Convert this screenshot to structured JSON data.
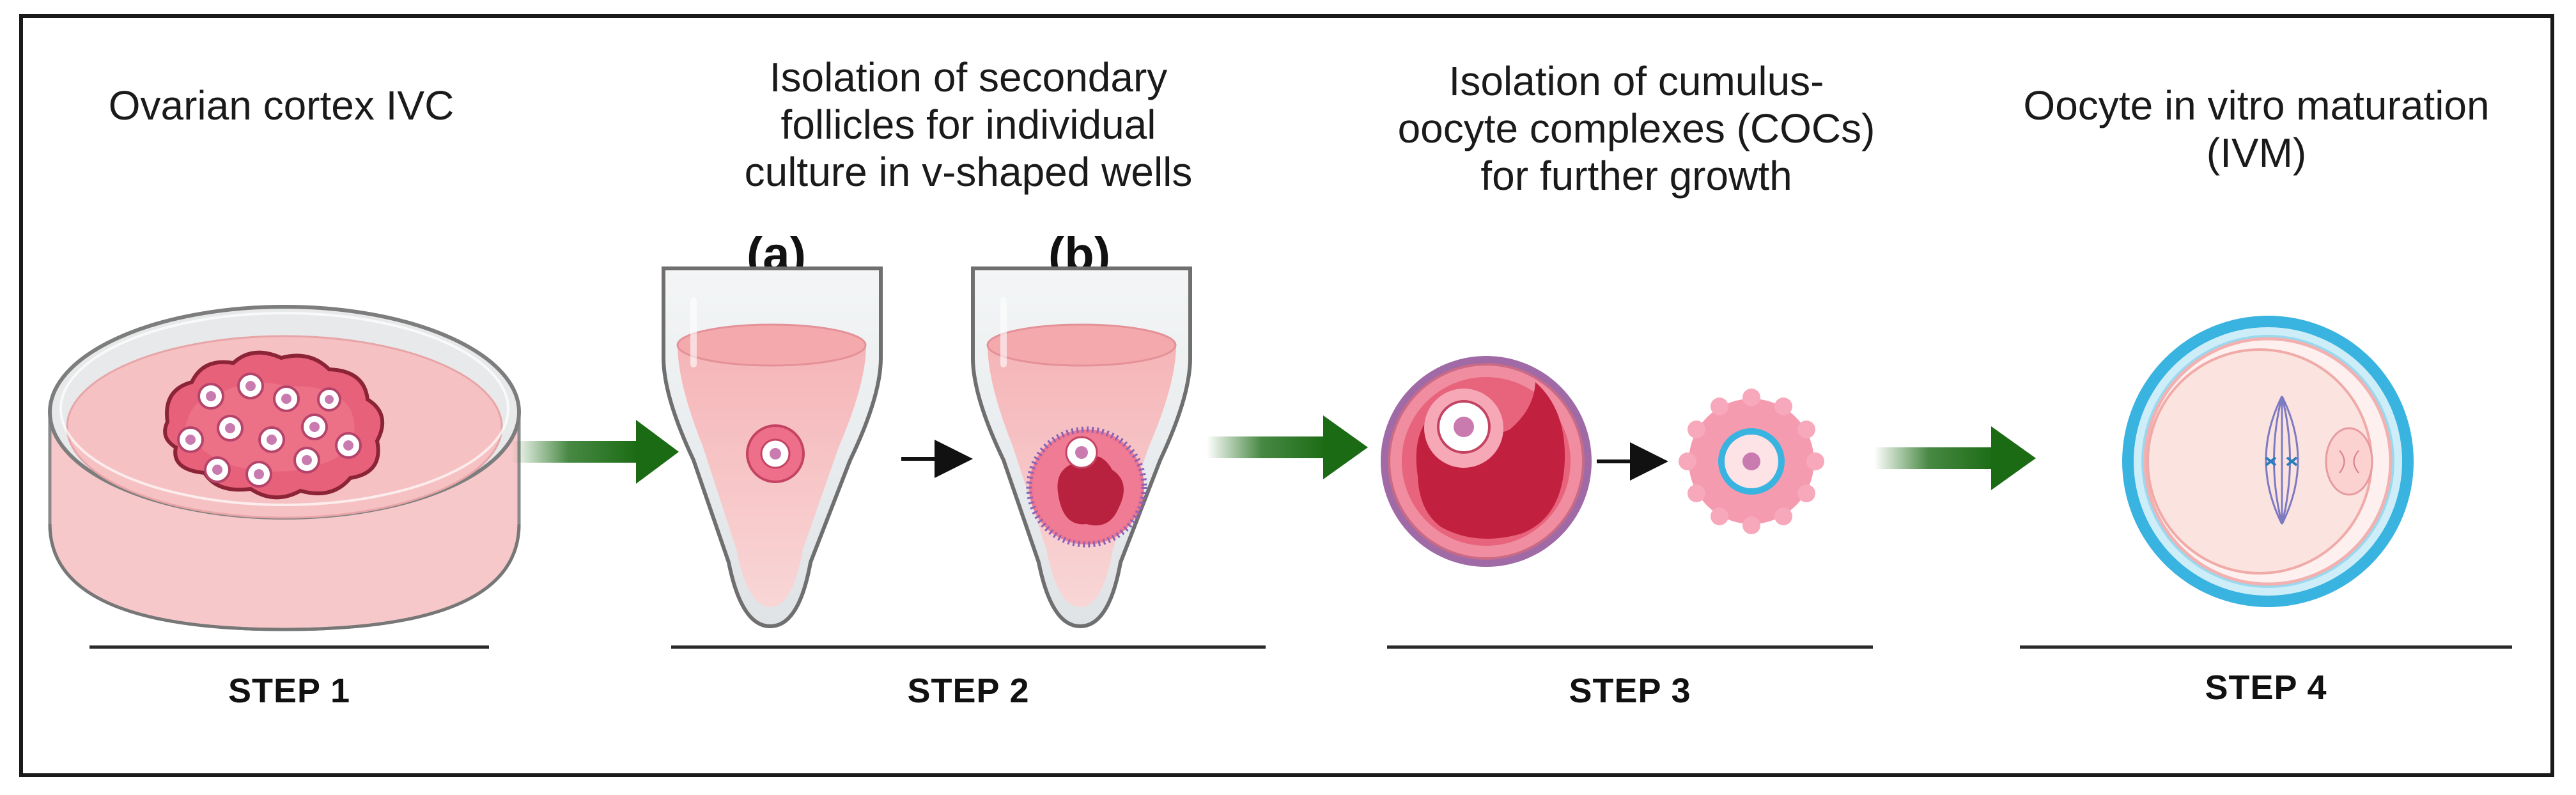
{
  "steps": [
    {
      "title_lines": [
        "Ovarian cortex IVC"
      ],
      "label": "STEP 1"
    },
    {
      "title_lines": [
        "Isolation of secondary",
        "follicles for individual",
        "culture in v-shaped wells"
      ],
      "label": "STEP 2",
      "panels": [
        "(a)",
        "(b)"
      ]
    },
    {
      "title_lines": [
        "Isolation of cumulus-",
        "oocyte complexes (COCs)",
        "for further growth"
      ],
      "label": "STEP 3"
    },
    {
      "title_lines": [
        "Oocyte in vitro maturation",
        "(IVM)"
      ],
      "label": "STEP 4"
    }
  ],
  "colors": {
    "arrow_green": "#1a6b14",
    "tissue_pink": "#e86a80",
    "medium_pink": "#f6c4c6",
    "oocyte_cyan": "#39b3e0"
  }
}
